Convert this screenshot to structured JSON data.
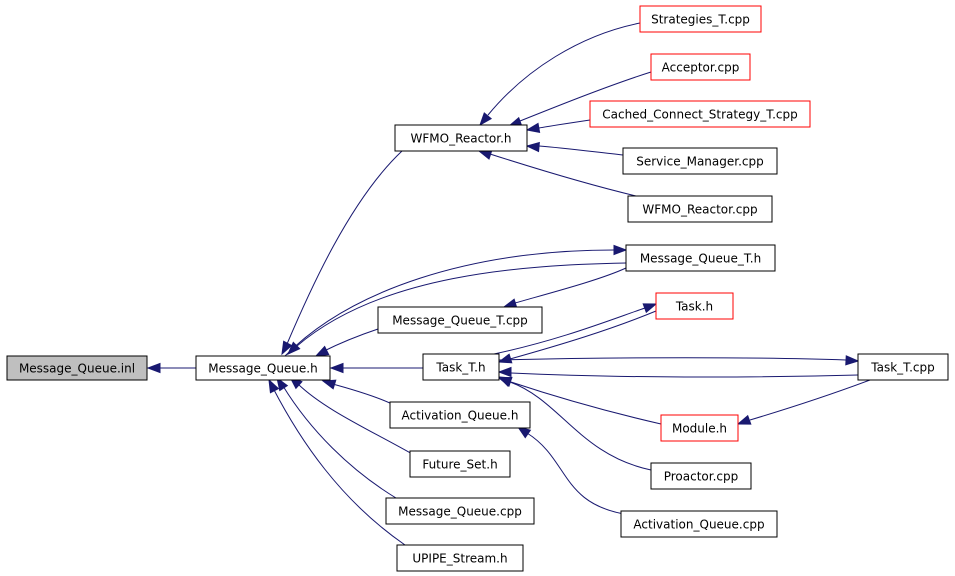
{
  "nodes": [
    {
      "id": "message_queue_inl",
      "label": "Message_Queue.inl",
      "style": "gray"
    },
    {
      "id": "message_queue_h",
      "label": "Message_Queue.h",
      "style": "normal"
    },
    {
      "id": "wfmo_reactor_h",
      "label": "WFMO_Reactor.h",
      "style": "normal"
    },
    {
      "id": "strategies_t_cpp",
      "label": "Strategies_T.cpp",
      "style": "red"
    },
    {
      "id": "acceptor_cpp",
      "label": "Acceptor.cpp",
      "style": "red"
    },
    {
      "id": "cached_connect_strategy_t_cpp",
      "label": "Cached_Connect_Strategy_T.cpp",
      "style": "red"
    },
    {
      "id": "service_manager_cpp",
      "label": "Service_Manager.cpp",
      "style": "normal"
    },
    {
      "id": "wfmo_reactor_cpp",
      "label": "WFMO_Reactor.cpp",
      "style": "normal"
    },
    {
      "id": "message_queue_t_h",
      "label": "Message_Queue_T.h",
      "style": "normal"
    },
    {
      "id": "message_queue_t_cpp",
      "label": "Message_Queue_T.cpp",
      "style": "normal"
    },
    {
      "id": "task_h",
      "label": "Task.h",
      "style": "red"
    },
    {
      "id": "task_t_h",
      "label": "Task_T.h",
      "style": "normal"
    },
    {
      "id": "task_t_cpp",
      "label": "Task_T.cpp",
      "style": "normal"
    },
    {
      "id": "module_h",
      "label": "Module.h",
      "style": "red"
    },
    {
      "id": "activation_queue_h",
      "label": "Activation_Queue.h",
      "style": "normal"
    },
    {
      "id": "proactor_cpp",
      "label": "Proactor.cpp",
      "style": "normal"
    },
    {
      "id": "future_set_h",
      "label": "Future_Set.h",
      "style": "normal"
    },
    {
      "id": "activation_queue_cpp",
      "label": "Activation_Queue.cpp",
      "style": "normal"
    },
    {
      "id": "message_queue_cpp",
      "label": "Message_Queue.cpp",
      "style": "normal"
    },
    {
      "id": "upipe_stream_h",
      "label": "UPIPE_Stream.h",
      "style": "normal"
    }
  ],
  "edges": [
    {
      "from": "message_queue_h",
      "to": "message_queue_inl"
    },
    {
      "from": "wfmo_reactor_h",
      "to": "message_queue_h"
    },
    {
      "from": "message_queue_t_h",
      "to": "message_queue_h"
    },
    {
      "from": "message_queue_t_cpp",
      "to": "message_queue_h"
    },
    {
      "from": "task_t_h",
      "to": "message_queue_h"
    },
    {
      "from": "activation_queue_h",
      "to": "message_queue_h"
    },
    {
      "from": "future_set_h",
      "to": "message_queue_h"
    },
    {
      "from": "message_queue_cpp",
      "to": "message_queue_h"
    },
    {
      "from": "upipe_stream_h",
      "to": "message_queue_h"
    },
    {
      "from": "strategies_t_cpp",
      "to": "wfmo_reactor_h"
    },
    {
      "from": "acceptor_cpp",
      "to": "wfmo_reactor_h"
    },
    {
      "from": "cached_connect_strategy_t_cpp",
      "to": "wfmo_reactor_h"
    },
    {
      "from": "service_manager_cpp",
      "to": "wfmo_reactor_h"
    },
    {
      "from": "wfmo_reactor_cpp",
      "to": "wfmo_reactor_h"
    },
    {
      "from": "message_queue_h",
      "to": "message_queue_t_h"
    },
    {
      "from": "message_queue_t_h",
      "to": "message_queue_t_cpp"
    },
    {
      "from": "task_t_h",
      "to": "task_h"
    },
    {
      "from": "task_h",
      "to": "task_t_h"
    },
    {
      "from": "task_t_h",
      "to": "task_t_cpp"
    },
    {
      "from": "task_t_cpp",
      "to": "task_t_h"
    },
    {
      "from": "module_h",
      "to": "task_t_h"
    },
    {
      "from": "proactor_cpp",
      "to": "task_t_h"
    },
    {
      "from": "task_t_cpp",
      "to": "module_h"
    },
    {
      "from": "activation_queue_cpp",
      "to": "activation_queue_h"
    }
  ]
}
